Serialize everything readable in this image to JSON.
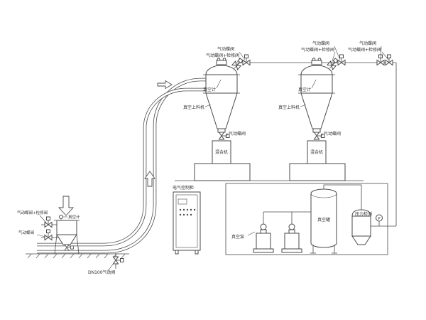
{
  "diagram": {
    "kind": "vacuum-pneumatic-conveying-system-schematic",
    "colors": {
      "line": "#4a4a4a",
      "background": "#ffffff"
    },
    "labels": {
      "valve": "气动蝶阀",
      "valve_combo": "气动蝶阀+检修阀",
      "vacuum_gauge": "真空计",
      "vacuum_feeder": "真空上料机",
      "mixer": "混合机",
      "dn100_valve": "DN100气动阀",
      "control_cabinet": "电气控制柜",
      "vacuum_pump": "真空泵",
      "vacuum_tank": "真空罐",
      "pressure_detection": "压力检测",
      "pressure_symbol": "P"
    }
  }
}
